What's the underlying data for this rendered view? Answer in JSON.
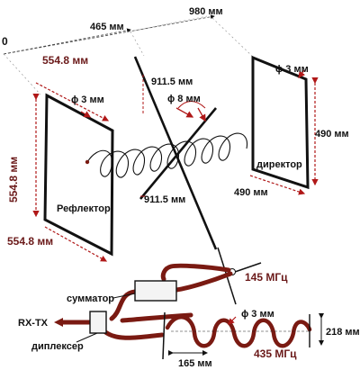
{
  "dimensions": {
    "origin": "0",
    "dist_465": "465 мм",
    "dist_980": "980 мм",
    "reflector_top": "554.8 мм",
    "reflector_left": "554.8 мм",
    "reflector_bottom": "554.8 мм",
    "reflector_wire": "ϕ 3 мм",
    "dipole_top": "911.5 мм",
    "dipole_bottom": "911.5 мм",
    "dipole_wire": "ϕ 8 мм",
    "director_wire": "ϕ 3 мм",
    "director_side": "490 мм",
    "director_bottom": "490 мм",
    "helix_wire": "ϕ 3 мм",
    "helix_height": "218 мм",
    "helix_pitch": "165 мм"
  },
  "labels": {
    "reflector": "Рефлектор",
    "director": "директор",
    "combiner": "сумматор",
    "diplexer": "диплексер",
    "rxtx": "RX-TX",
    "freq_145": "145 МГц",
    "freq_435": "435 МГц"
  },
  "colors": {
    "dim_text": "#6b1a1a",
    "dim_arrow": "#b01818",
    "coax": "#7a1a12",
    "line": "#111111"
  }
}
